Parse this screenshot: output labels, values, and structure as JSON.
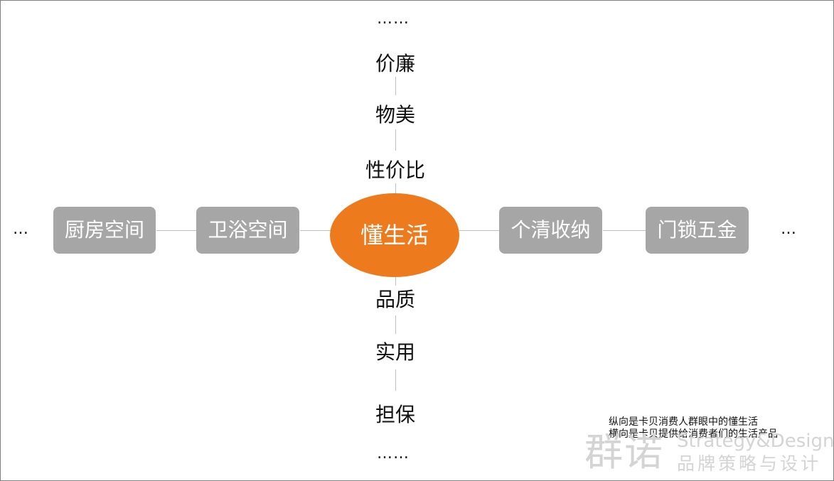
{
  "diagram": {
    "center": "懂生活",
    "vertical_top": [
      "价廉",
      "物美",
      "性价比"
    ],
    "vertical_bottom": [
      "品质",
      "实用",
      "担保"
    ],
    "vertical_ellipsis_top": "……",
    "vertical_ellipsis_bottom": "……",
    "horizontal_left": [
      "厨房空间",
      "卫浴空间"
    ],
    "horizontal_right": [
      "个清收纳",
      "门锁五金"
    ],
    "horizontal_ellipsis_left": "…",
    "horizontal_ellipsis_right": "…"
  },
  "notes": [
    "纵向是卡贝消费人群眼中的懂生活",
    "横向是卡贝提供给消费者们的生活产品"
  ],
  "logo": {
    "mark": "群诺",
    "tagline_en": "Strategy&Design",
    "tagline_cn": "品牌策略与设计"
  },
  "colors": {
    "center_fill": "#ed7b1e",
    "box_fill": "#a6a6a6",
    "line": "#bfbfbf",
    "text": "#111111",
    "logo": "#d4d4d4"
  }
}
